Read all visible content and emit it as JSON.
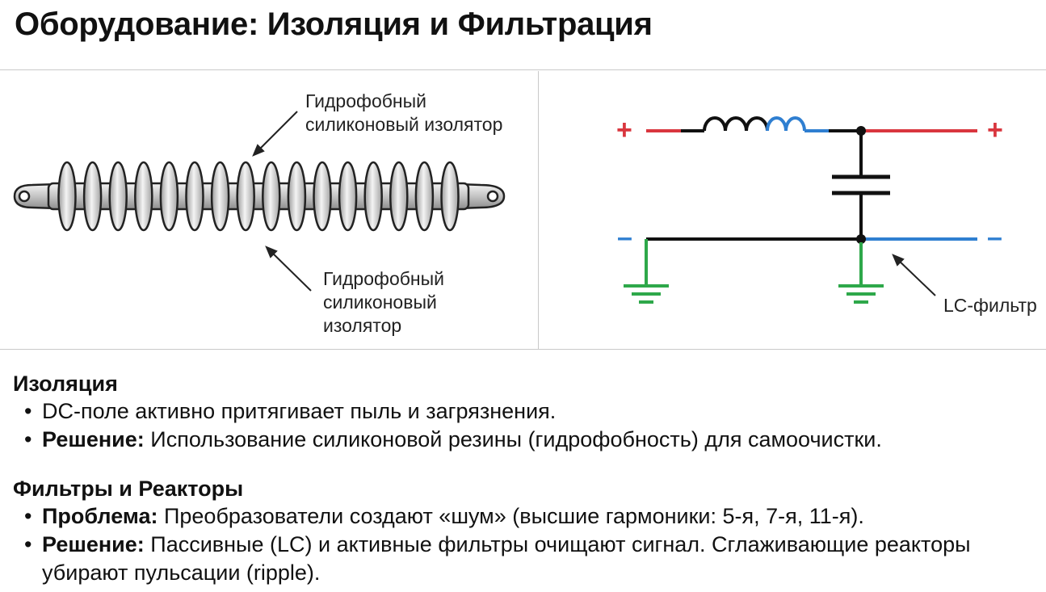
{
  "title": "Оборудование: Изоляция и Фильтрация",
  "insulator": {
    "label_top": [
      "Гидрофобный",
      "силиконовый изолятор"
    ],
    "label_bottom": [
      "Гидрофобный",
      "силиконовый",
      "изолятор"
    ]
  },
  "circuit": {
    "plus_left": "+",
    "plus_right": "+",
    "minus_left": "–",
    "minus_right": "–",
    "lc_label": "LC-фильтр",
    "colors": {
      "positive": "#d9363e",
      "negative": "#2f7fd1",
      "ground": "#2ea84a",
      "wire": "#111111"
    }
  },
  "isolation": {
    "heading": "Изоляция",
    "bullets": [
      {
        "bold": "",
        "text": "DC-поле активно притягивает пыль и загрязнения."
      },
      {
        "bold": "Решение:",
        "text": " Использование силиконовой резины (гидрофобность) для самоочистки."
      }
    ]
  },
  "filters": {
    "heading": "Фильтры и Реакторы",
    "bullets": [
      {
        "bold": "Проблема:",
        "text": " Преобразователи создают «шум» (высшие гармоники: 5-я, 7-я, 11-я)."
      },
      {
        "bold": "Решение:",
        "text": " Пассивные (LC) и активные фильтры очищают сигнал. Сглаживающие реакторы убирают пульсации (ripple)."
      }
    ]
  }
}
